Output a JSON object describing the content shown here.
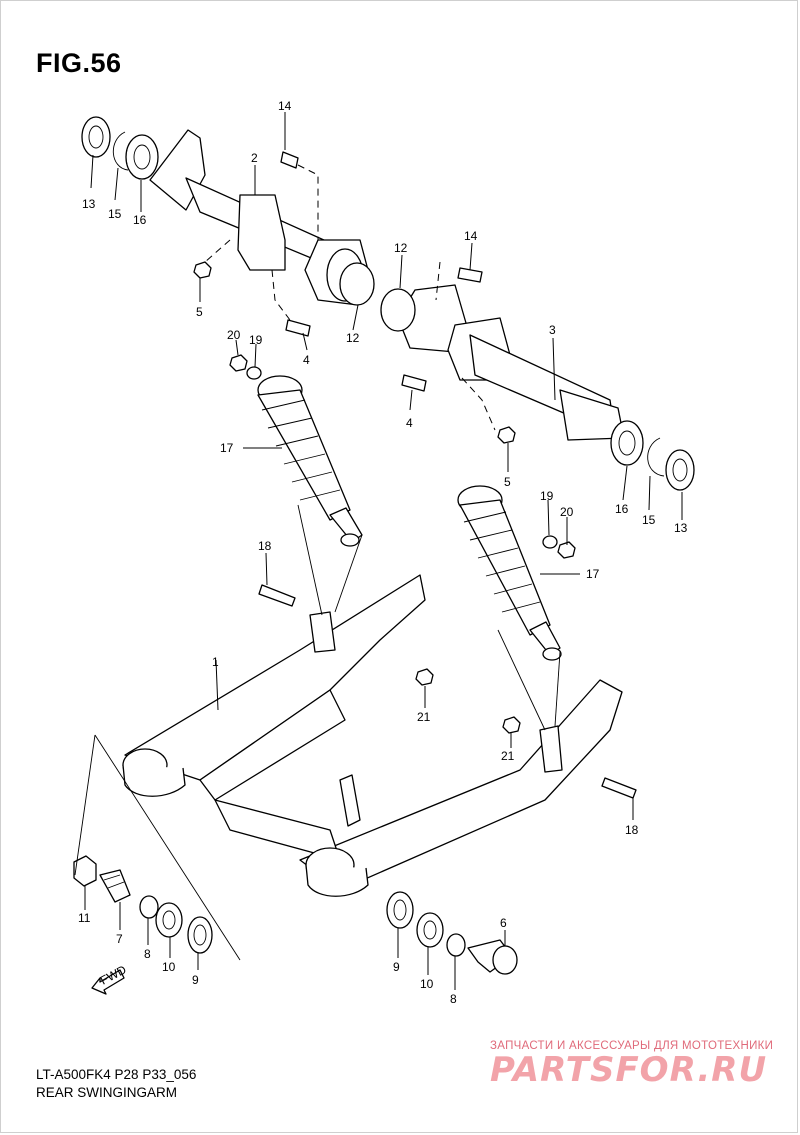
{
  "figure": {
    "title": "FIG.56",
    "model_code": "LT-A500FK4 P28 P33_056",
    "section_name": "REAR SWINGINGARM",
    "fwd_marker": "FWD"
  },
  "watermark": {
    "tagline": "ЗАПЧАСТИ И АКСЕССУАРЫ ДЛЯ МОТОТЕХНИКИ",
    "logo": "PARTSFOR.RU",
    "color": "#f2a3a9"
  },
  "callouts": [
    {
      "id": "c14a",
      "number": "14"
    },
    {
      "id": "c2",
      "number": "2"
    },
    {
      "id": "c13a",
      "number": "13"
    },
    {
      "id": "c15a",
      "number": "15"
    },
    {
      "id": "c16a",
      "number": "16"
    },
    {
      "id": "c5a",
      "number": "5"
    },
    {
      "id": "c12a",
      "number": "12"
    },
    {
      "id": "c4a",
      "number": "4"
    },
    {
      "id": "c12b",
      "number": "12"
    },
    {
      "id": "c14b",
      "number": "14"
    },
    {
      "id": "c3",
      "number": "3"
    },
    {
      "id": "c20a",
      "number": "20"
    },
    {
      "id": "c19a",
      "number": "19"
    },
    {
      "id": "c17a",
      "number": "17"
    },
    {
      "id": "c4b",
      "number": "4"
    },
    {
      "id": "c5b",
      "number": "5"
    },
    {
      "id": "c16b",
      "number": "16"
    },
    {
      "id": "c15b",
      "number": "15"
    },
    {
      "id": "c13b",
      "number": "13"
    },
    {
      "id": "c19b",
      "number": "19"
    },
    {
      "id": "c20b",
      "number": "20"
    },
    {
      "id": "c17b",
      "number": "17"
    },
    {
      "id": "c18a",
      "number": "18"
    },
    {
      "id": "c1",
      "number": "1"
    },
    {
      "id": "c21a",
      "number": "21"
    },
    {
      "id": "c21b",
      "number": "21"
    },
    {
      "id": "c18b",
      "number": "18"
    },
    {
      "id": "c11",
      "number": "11"
    },
    {
      "id": "c7",
      "number": "7"
    },
    {
      "id": "c8a",
      "number": "8"
    },
    {
      "id": "c10a",
      "number": "10"
    },
    {
      "id": "c9a",
      "number": "9"
    },
    {
      "id": "c6",
      "number": "6"
    },
    {
      "id": "c9b",
      "number": "9"
    },
    {
      "id": "c10b",
      "number": "10"
    },
    {
      "id": "c8b",
      "number": "8"
    }
  ]
}
